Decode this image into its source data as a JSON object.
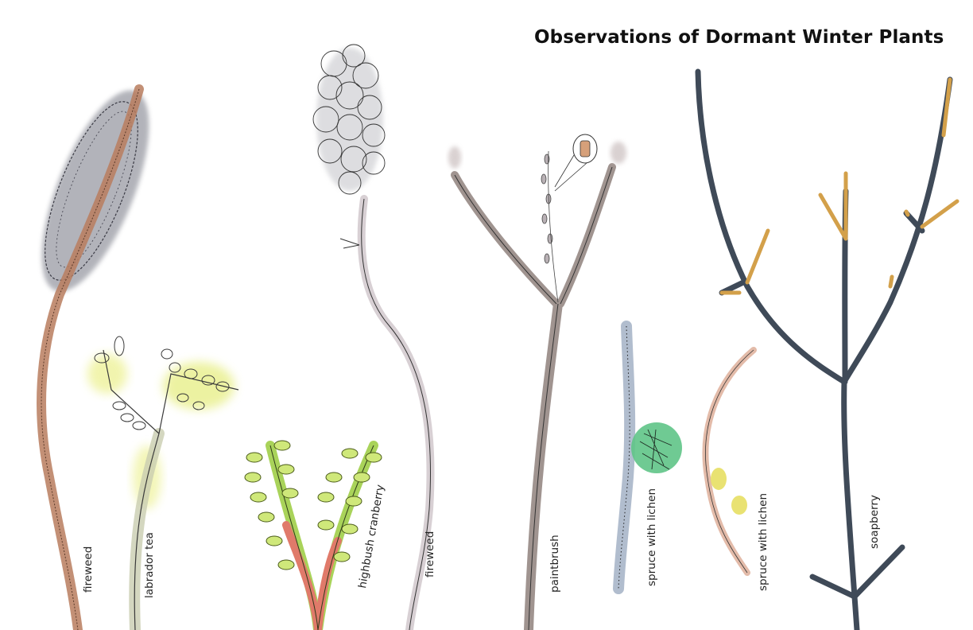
{
  "title": "Observations of Dormant Winter Plants",
  "labels": {
    "fireweed_1": "fireweed",
    "labrador_tea": "labrador tea",
    "highbush_cranberry": "highbush cranberry",
    "fireweed_2": "fireweed",
    "paintbrush": "paintbrush",
    "spruce_with_lichen_1": "spruce with lichen",
    "spruce_with_lichen_2": "spruce with lichen",
    "soapberry": "soapberry"
  },
  "colors": {
    "ink": "#2b2b2b",
    "fireweed_stem": "#b87c5e",
    "fireweed_head": "#8a8c96",
    "labrador_yellow": "#e8ef8a",
    "cranberry_green": "#a9d35a",
    "cranberry_red": "#e07a6a",
    "paintbrush_brown": "#9a8a84",
    "lichen_green": "#5fc487",
    "spruce_blue": "#a9b6c9",
    "soapberry_dark": "#3f4a58",
    "soapberry_bud": "#d3a04a"
  }
}
